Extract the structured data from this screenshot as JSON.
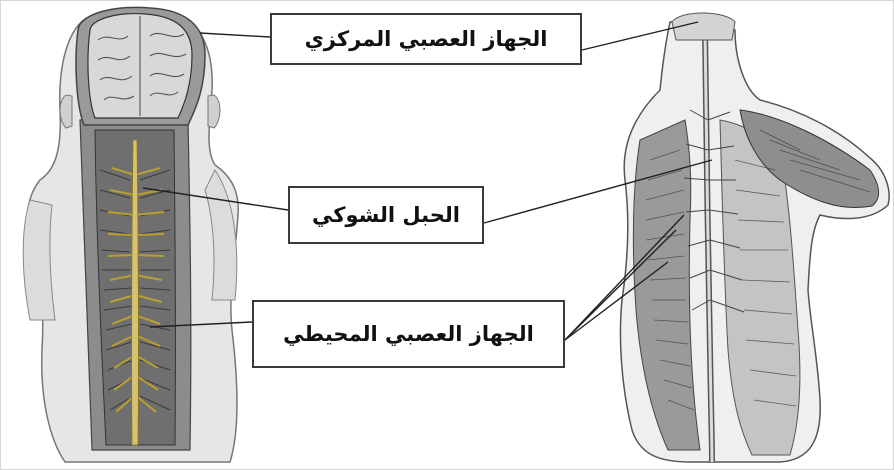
{
  "labels": {
    "central_nervous_system": "الجهاز العصبي المركزي",
    "spinal_cord": "الحبل الشوكي",
    "peripheral_nervous_system": "الجهاز العصبي المحيطي"
  },
  "icons": {
    "left_figure": "infant-spinal-anatomy-illustration",
    "right_figure": "adult-back-anatomy-illustration"
  },
  "colors": {
    "nerve": "#b8a030",
    "ink": "#2a2a2a",
    "label_border": "#3a3a3a"
  }
}
